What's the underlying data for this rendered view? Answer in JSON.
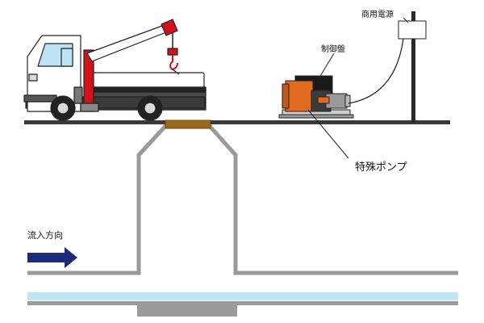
{
  "labels": {
    "power_supply": "商用電源",
    "control_panel": "制御盤",
    "special_pump": "特殊ポンプ",
    "inflow_direction": "流入方向"
  },
  "colors": {
    "ground": "#3a3a3a",
    "pipe": "#9a9a9a",
    "manhole_cover": "#9a6a1a",
    "crane_red": "#d0121b",
    "pump_orange": "#e06a1e",
    "flow_arrow": "#1d2a7a",
    "water": "#bfe6f2",
    "truck_body": "#ffffff",
    "truck_window": "#bde3f5"
  },
  "icons": {
    "truck": "crane-truck-icon",
    "pump": "pump-unit-icon",
    "control": "control-panel-icon",
    "pole": "utility-pole-icon",
    "arrow": "flow-arrow-icon"
  }
}
